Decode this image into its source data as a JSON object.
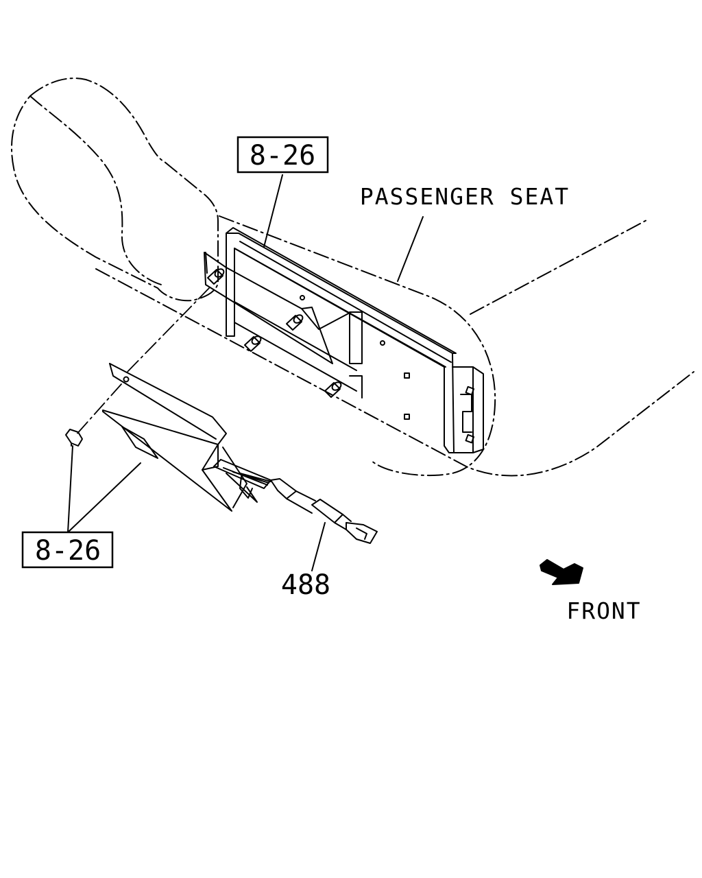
{
  "diagram": {
    "ref_labels": {
      "top": "8-26",
      "bottom": "8-26"
    },
    "part_number": "488",
    "seat_label": "PASSENGER SEAT",
    "direction_label": "FRONT"
  },
  "colors": {
    "ink": "#000000",
    "paper": "#ffffff"
  },
  "icons": {
    "direction": "front-arrow-icon"
  }
}
